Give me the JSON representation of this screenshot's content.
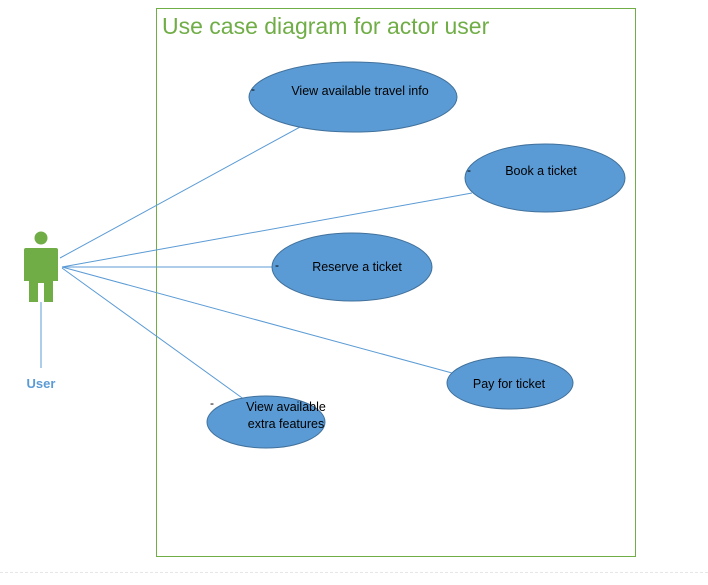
{
  "diagram": {
    "title": "Use case diagram for actor user",
    "actor": {
      "label": "User"
    },
    "use_cases": [
      {
        "id": "uc1",
        "lines": [
          "View available travel info"
        ]
      },
      {
        "id": "uc2",
        "lines": [
          "Book a ticket"
        ]
      },
      {
        "id": "uc3",
        "lines": [
          "Reserve a ticket"
        ]
      },
      {
        "id": "uc4",
        "lines": [
          "Pay for ticket"
        ]
      },
      {
        "id": "uc5",
        "lines": [
          "View available",
          "extra features"
        ]
      }
    ],
    "marker": "-",
    "colors": {
      "boundary": "#70ad47",
      "title": "#70ad47",
      "actor": "#70ad47",
      "actor_label": "#5b9bd5",
      "ellipse_fill": "#5b9bd5",
      "ellipse_stroke": "#41719c",
      "association": "#5b9bd5"
    }
  }
}
